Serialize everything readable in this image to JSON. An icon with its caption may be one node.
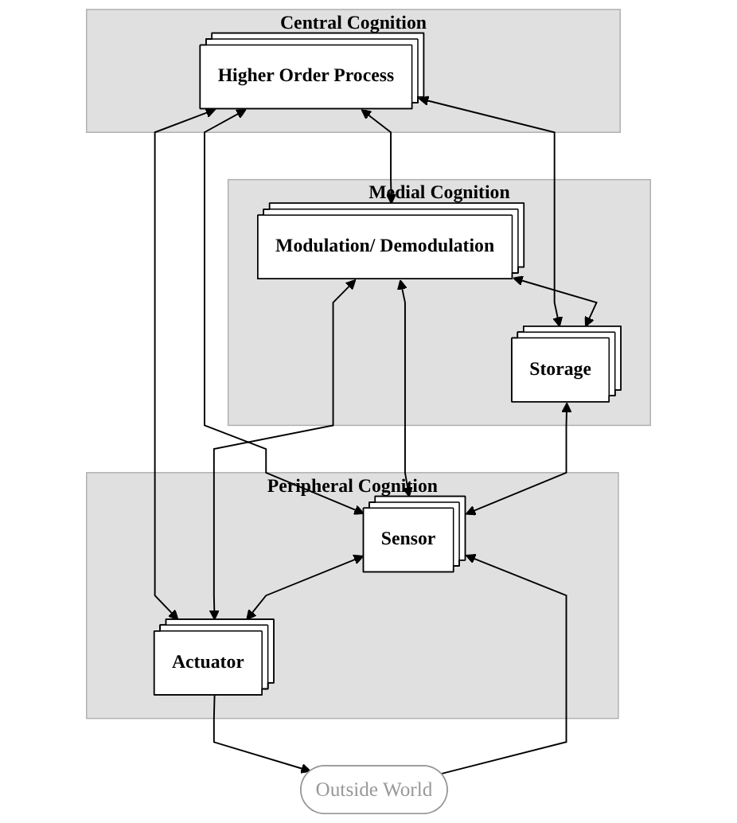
{
  "diagram": {
    "nodes": [
      {
        "text": [
          "Central Cognition"
        ]
      },
      {
        "text": [
          "Higher Order Process"
        ],
        "in": 0
      },
      {
        "text": [
          "Medial Cognition"
        ]
      },
      {
        "text": [
          "Modulation/ Demodulation"
        ],
        "in": 2
      },
      {
        "text": [
          "Storage"
        ],
        "in": 2
      },
      {
        "text": [
          "Peripheral Cognition"
        ]
      },
      {
        "text": [
          "Sensor"
        ],
        "in": 5
      },
      {
        "text": [
          "Actuator"
        ],
        "in": 5
      },
      {
        "text": [
          "Outside World"
        ]
      }
    ],
    "edges": [
      {
        "from": 1,
        "to": 3,
        "arrow": "both"
      },
      {
        "from": 1,
        "to": 6,
        "arrow": "both"
      },
      {
        "from": 1,
        "to": 7,
        "arrow": "both"
      },
      {
        "from": 1,
        "to": 4,
        "arrow": "both"
      },
      {
        "from": 3,
        "to": 4,
        "arrow": "both"
      },
      {
        "from": 3,
        "to": 6,
        "arrow": "both"
      },
      {
        "from": 3,
        "to": 7,
        "arrow": "both"
      },
      {
        "from": 6,
        "to": 7,
        "arrow": "both"
      },
      {
        "from": 4,
        "to": 6,
        "arrow": "both"
      },
      {
        "from": 8,
        "to": 6,
        "arrow": "to"
      },
      {
        "from": 7,
        "to": 8,
        "arrow": "to"
      }
    ]
  }
}
